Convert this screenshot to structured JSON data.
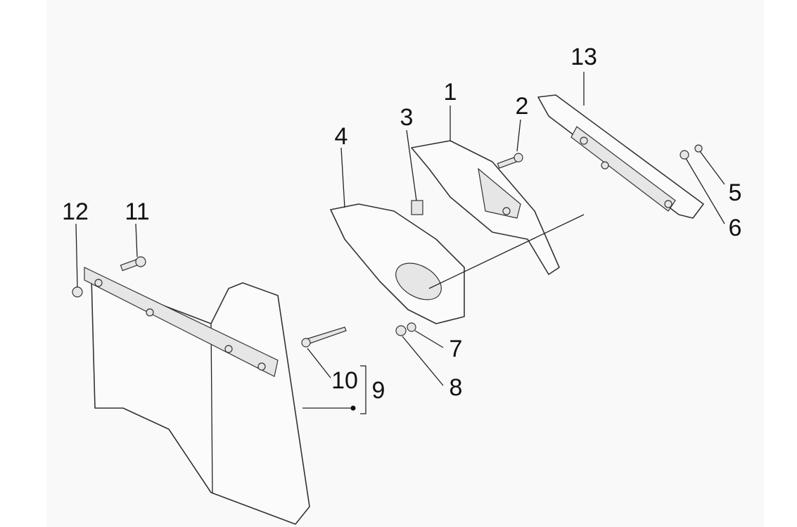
{
  "diagram": {
    "type": "exploded-parts-diagram",
    "callouts": [
      "1",
      "2",
      "3",
      "4",
      "5",
      "6",
      "7",
      "8",
      "9",
      "10",
      "11",
      "12",
      "13"
    ]
  }
}
